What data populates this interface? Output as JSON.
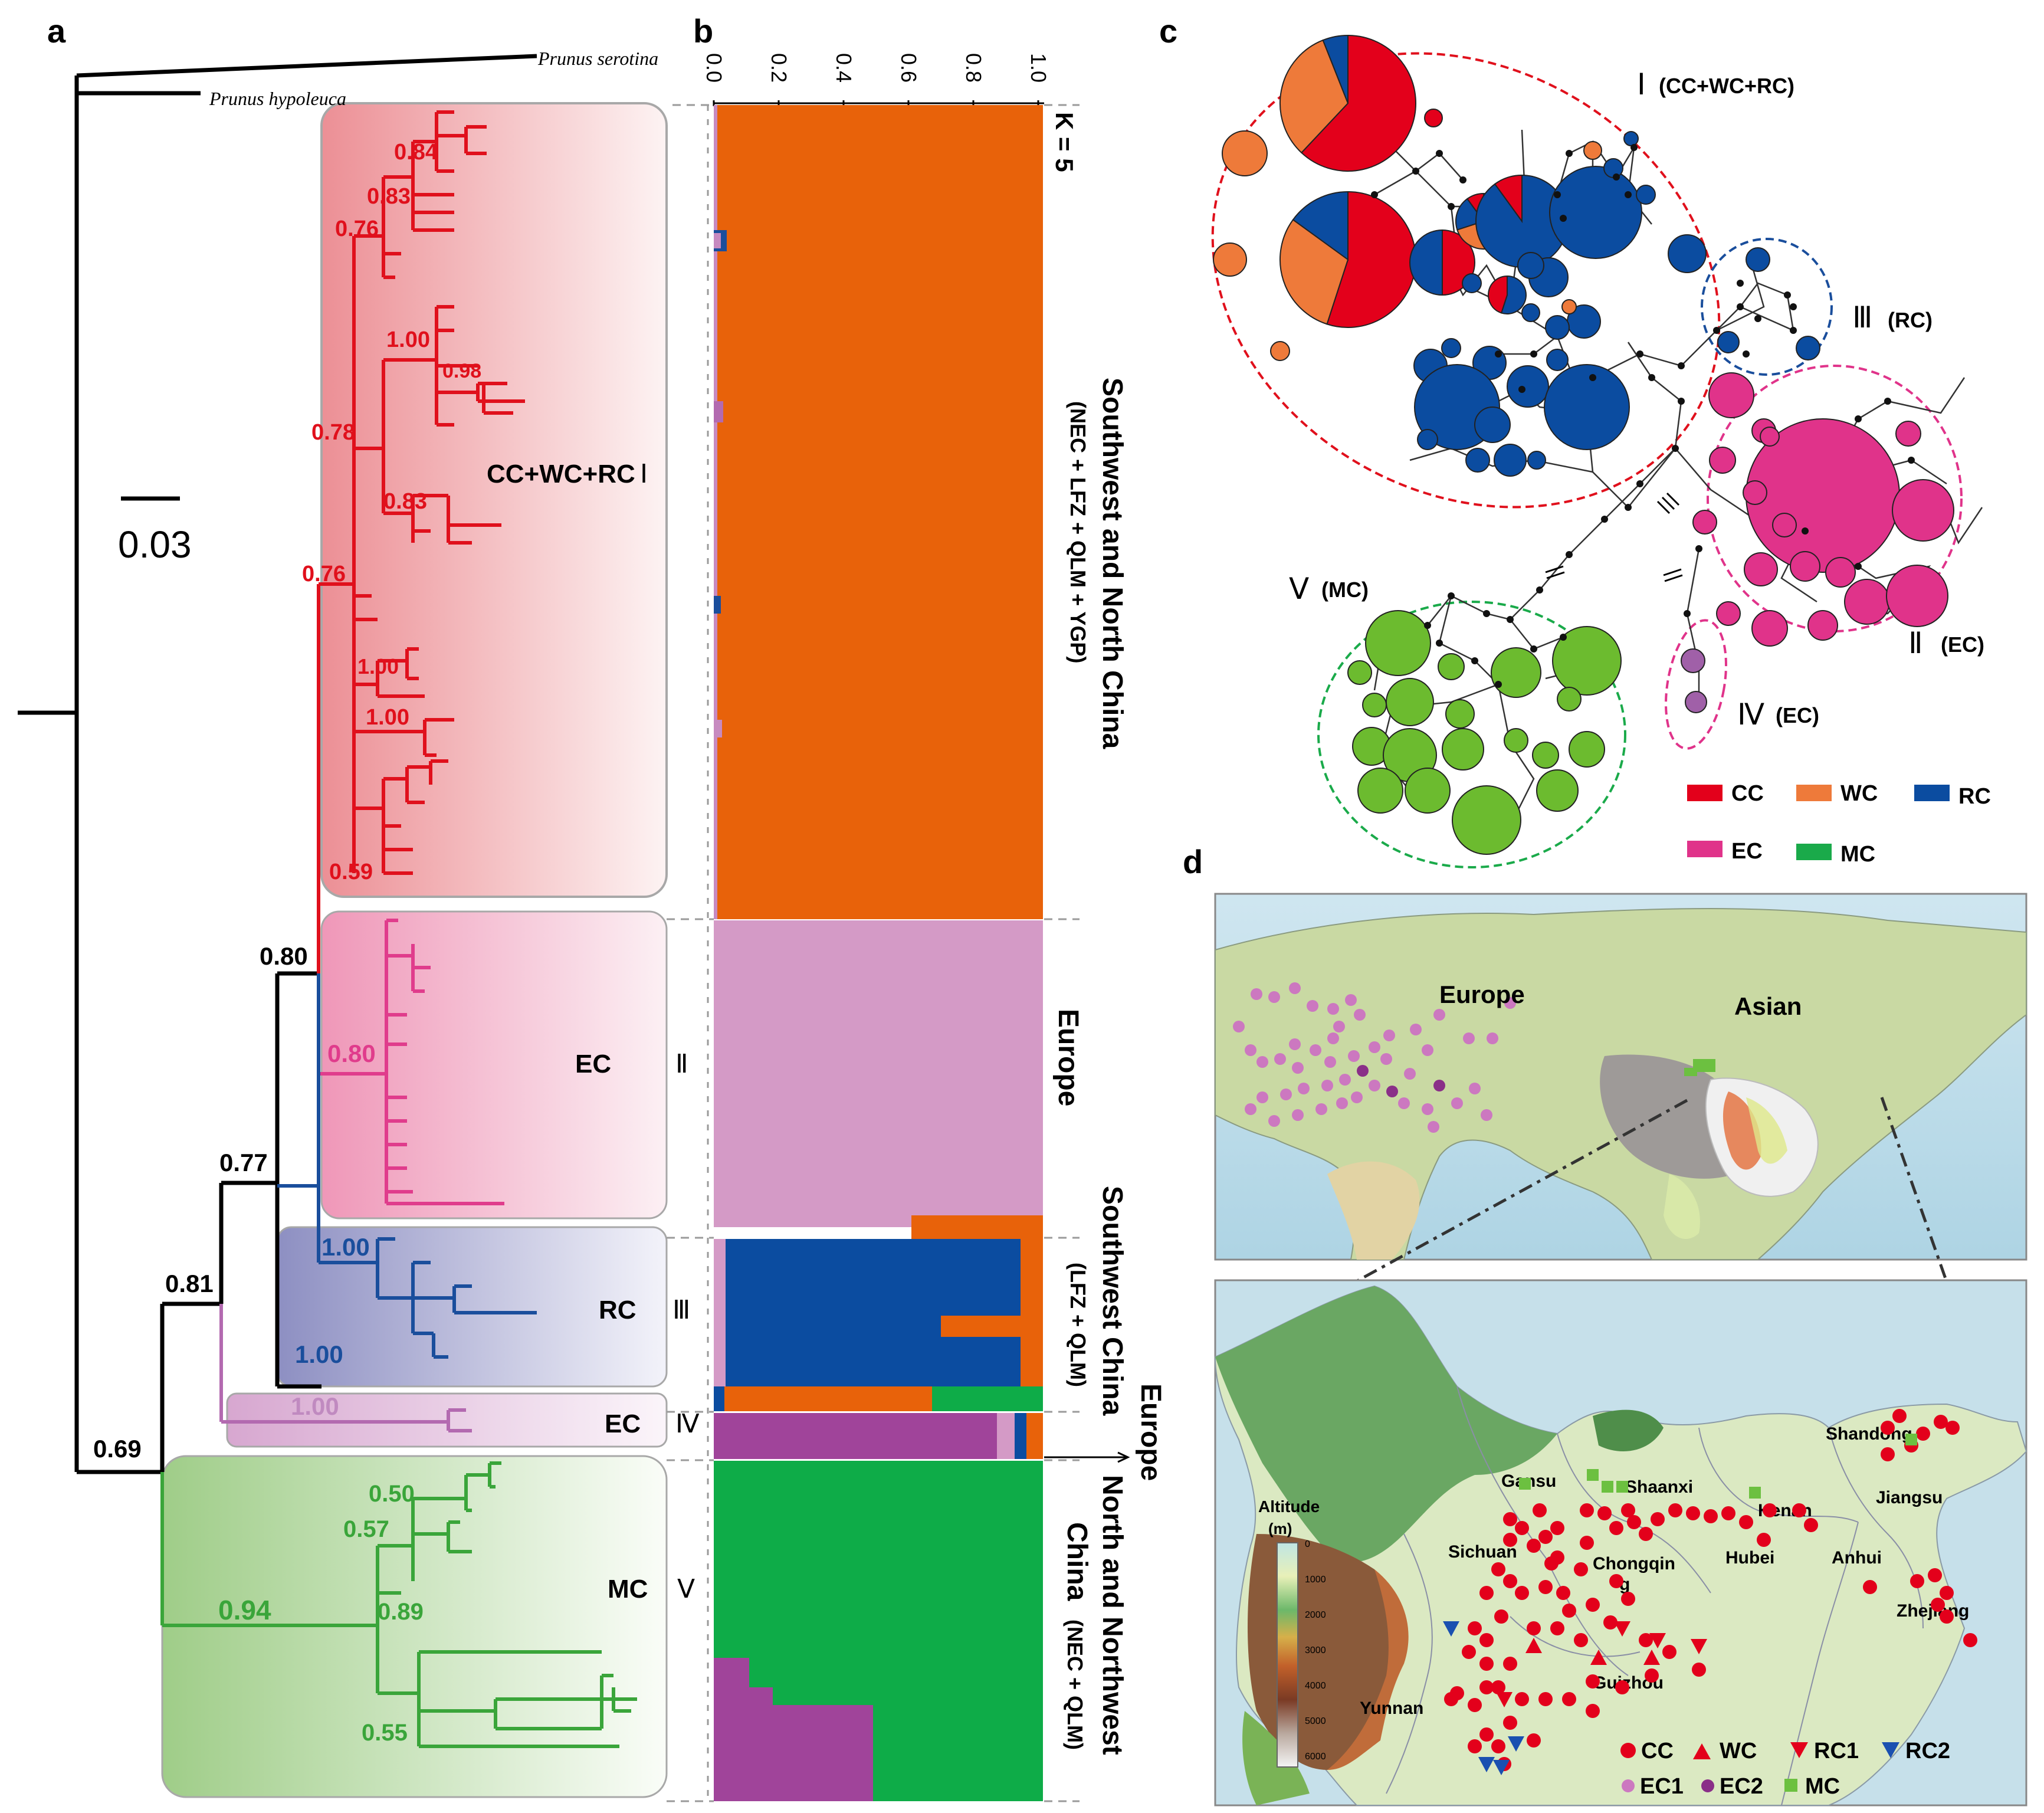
{
  "panels": {
    "a": "a",
    "b": "b",
    "c": "c",
    "d": "d"
  },
  "tree": {
    "outgroup1": "Prunus serotina",
    "outgroup2": "Prunus hypoleuca",
    "scale": "0.03",
    "supports": {
      "s084": "0.84",
      "s083a": "0.83",
      "s076a": "0.76",
      "s100a": "1.00",
      "s098": "0.98",
      "s078": "0.78",
      "s083b": "0.83",
      "s076b": "0.76",
      "s100b": "1.00",
      "s100c": "1.00",
      "s059": "0.59",
      "s080a": "0.80",
      "s080b": "0.80",
      "s077": "0.77",
      "s100d": "1.00",
      "s100e": "1.00",
      "s081": "0.81",
      "s100f": "1.00",
      "s069": "0.69",
      "s050": "0.50",
      "s057": "0.57",
      "s094": "0.94",
      "s089": "0.89",
      "s055": "0.55"
    },
    "clades": [
      {
        "name": "CC+WC+RC",
        "numeral": "Ⅰ"
      },
      {
        "name": "EC",
        "numeral": "Ⅱ"
      },
      {
        "name": "RC",
        "numeral": "Ⅲ"
      },
      {
        "name": "EC",
        "numeral": "Ⅳ"
      },
      {
        "name": "MC",
        "numeral": "Ⅴ"
      }
    ]
  },
  "structure": {
    "ticks": [
      "0.0",
      "0.2",
      "0.4",
      "0.6",
      "0.8",
      "1.0"
    ],
    "k_label": "K = 5",
    "region1_title": "Southwest and North China",
    "region1_sub": "(NEC + LFZ + QLM + YGP)",
    "region2_title": "Europe",
    "region3_title": "Southwest China",
    "region3_sub": "(LFZ + QLM)",
    "region4_title": "Europe",
    "region5_line1": "North and Northwest",
    "region5_line2": "China",
    "region5_sub": "(NEC + QLM)",
    "colors": {
      "orange": "#e8620a",
      "pink": "#d49ac6",
      "blue": "#0b4ca0",
      "purple": "#a0449a",
      "green": "#0eac48"
    }
  },
  "network": {
    "groups": [
      {
        "numeral": "Ⅰ",
        "tag": "(CC+WC+RC)"
      },
      {
        "numeral": "Ⅲ",
        "tag": "(RC)"
      },
      {
        "numeral": "Ⅱ",
        "tag": "(EC)"
      },
      {
        "numeral": "Ⅳ",
        "tag": "(EC)"
      },
      {
        "numeral": "Ⅴ",
        "tag": "(MC)"
      }
    ],
    "legend": [
      {
        "label": "CC",
        "color": "#e3001b"
      },
      {
        "label": "WC",
        "color": "#ee7a3a"
      },
      {
        "label": "RC",
        "color": "#0b4ca0"
      },
      {
        "label": "EC",
        "color": "#e0338a"
      },
      {
        "label": "MC",
        "color": "#1aaa4a"
      }
    ]
  },
  "map": {
    "europe": "Europe",
    "asian": "Asian",
    "altitude_title": "Altitude",
    "altitude_unit": "(m)",
    "altitude_ticks": [
      "0",
      "1000",
      "2000",
      "3000",
      "4000",
      "5000",
      "6000"
    ],
    "provinces": [
      "Gansu",
      "Shaanxi",
      "Henan",
      "Shandong",
      "Jiangsu",
      "Sichuan",
      "Chongqin",
      "g",
      "Hubei",
      "Anhui",
      "Zhejiang",
      "Guizhou",
      "Yunnan"
    ],
    "legend": [
      {
        "label": "CC",
        "shape": "circle",
        "color": "#e3001b"
      },
      {
        "label": "WC",
        "shape": "triangle-up",
        "color": "#e3001b"
      },
      {
        "label": "RC1",
        "shape": "triangle-down",
        "color": "#e3001b"
      },
      {
        "label": "RC2",
        "shape": "triangle-down",
        "color": "#1a50b0"
      },
      {
        "label": "EC1",
        "shape": "circle",
        "color": "#cc78c0"
      },
      {
        "label": "EC2",
        "shape": "circle",
        "color": "#8a2f88"
      },
      {
        "label": "MC",
        "shape": "square",
        "color": "#6cc040"
      }
    ]
  }
}
